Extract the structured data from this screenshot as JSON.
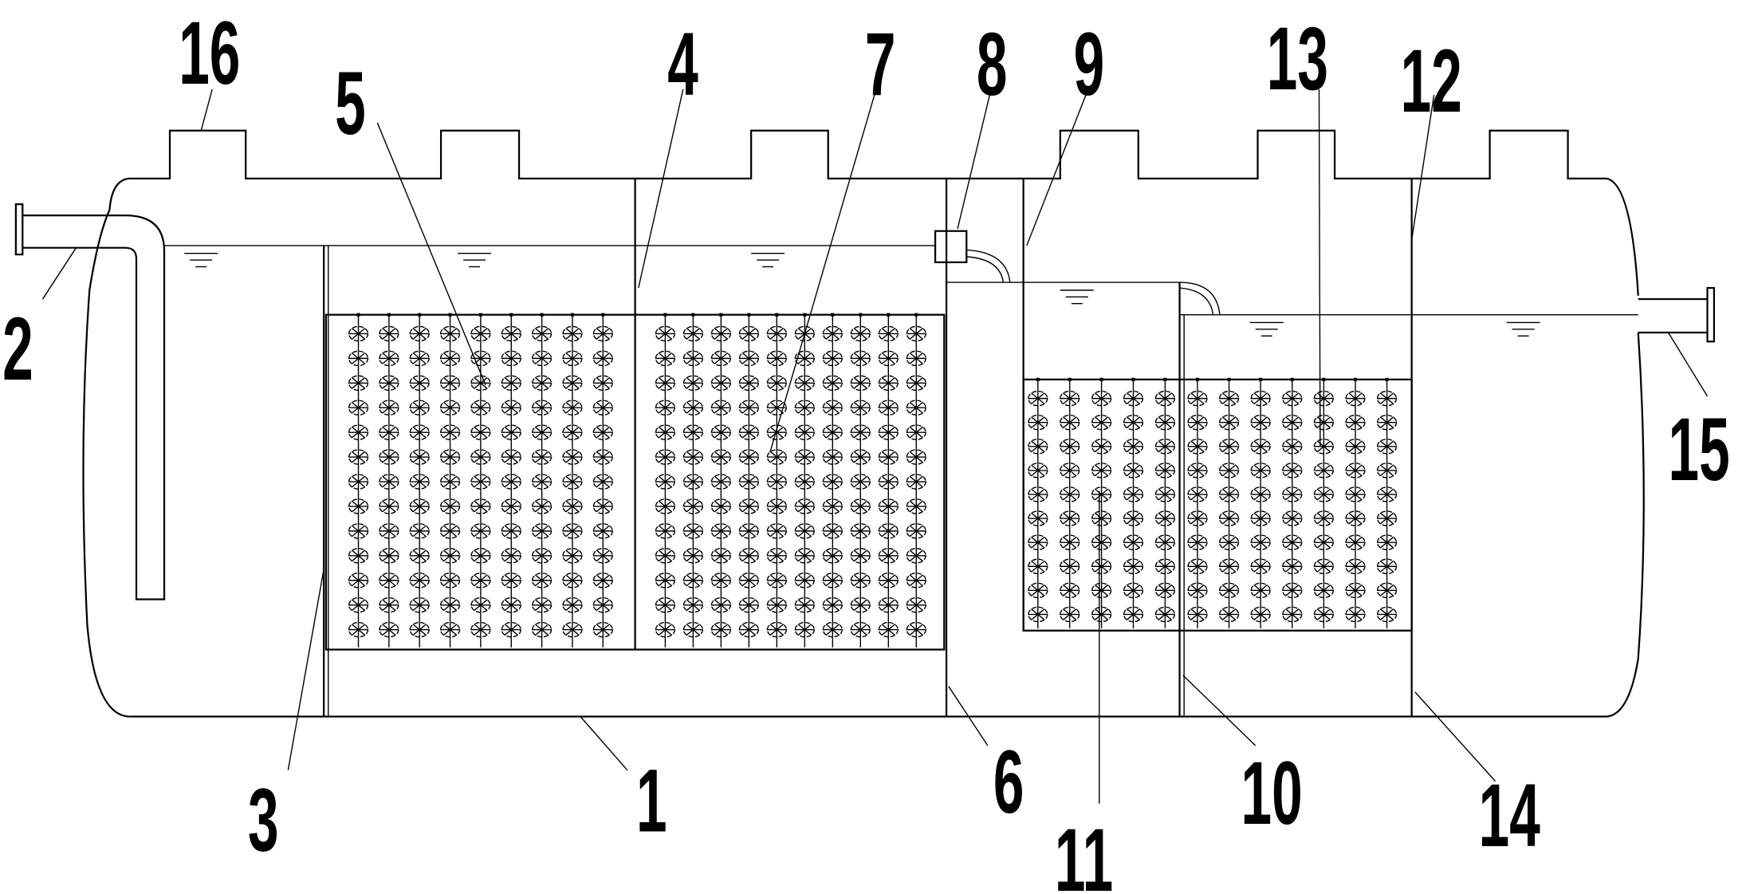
{
  "labels": {
    "l1": "1",
    "l2": "2",
    "l3": "3",
    "l4": "4",
    "l5": "5",
    "l6": "6",
    "l7": "7",
    "l8": "8",
    "l9": "9",
    "l10": "10",
    "l11": "11",
    "l12": "12",
    "l13": "13",
    "l14": "14",
    "l15": "15",
    "l16": "16"
  },
  "media_blocks": [
    {
      "name": "block-5",
      "columns": 9,
      "rows": 13
    },
    {
      "name": "block-7",
      "columns": 10,
      "rows": 13
    },
    {
      "name": "block-11",
      "columns": 5,
      "rows": 10
    },
    {
      "name": "block-13",
      "columns": 7,
      "rows": 10
    }
  ]
}
